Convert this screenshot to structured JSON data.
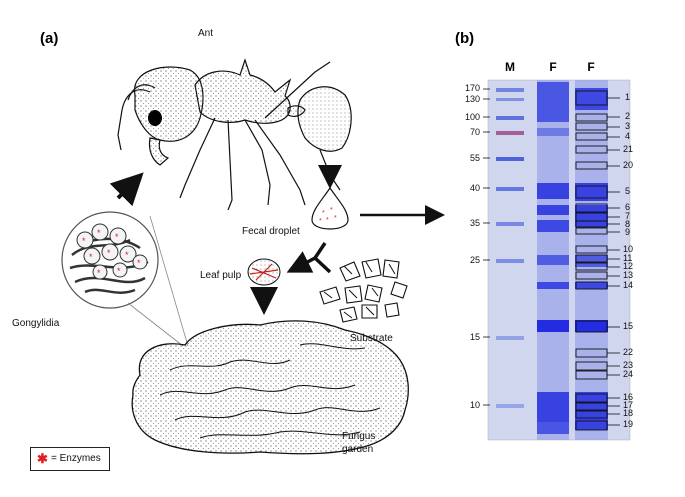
{
  "panel_a": {
    "label": "(a)",
    "labels": {
      "ant": "Ant",
      "fecal_droplet": "Fecal droplet",
      "leaf_pulp": "Leaf pulp",
      "gongylidia": "Gongylidia",
      "substrate": "Substrate",
      "fungus_garden_line1": "Fungus",
      "fungus_garden_line2": "garden"
    },
    "legend": {
      "symbol": "✱",
      "text": "= Enzymes",
      "symbol_color": "#e02020"
    }
  },
  "panel_b": {
    "label": "(b)",
    "lanes": [
      "M",
      "F",
      "F"
    ],
    "mw_markers": [
      "170",
      "130",
      "100",
      "70",
      "55",
      "40",
      "35",
      "25",
      "15",
      "10"
    ],
    "band_numbers": [
      "1",
      "2",
      "3",
      "4",
      "21",
      "20",
      "5",
      "6",
      "7",
      "8",
      "9",
      "10",
      "11",
      "12",
      "13",
      "14",
      "15",
      "22",
      "23",
      "24",
      "16",
      "17",
      "18",
      "19"
    ],
    "gel_color": "#cfd6ee",
    "band_color": "#2b2fe0"
  }
}
